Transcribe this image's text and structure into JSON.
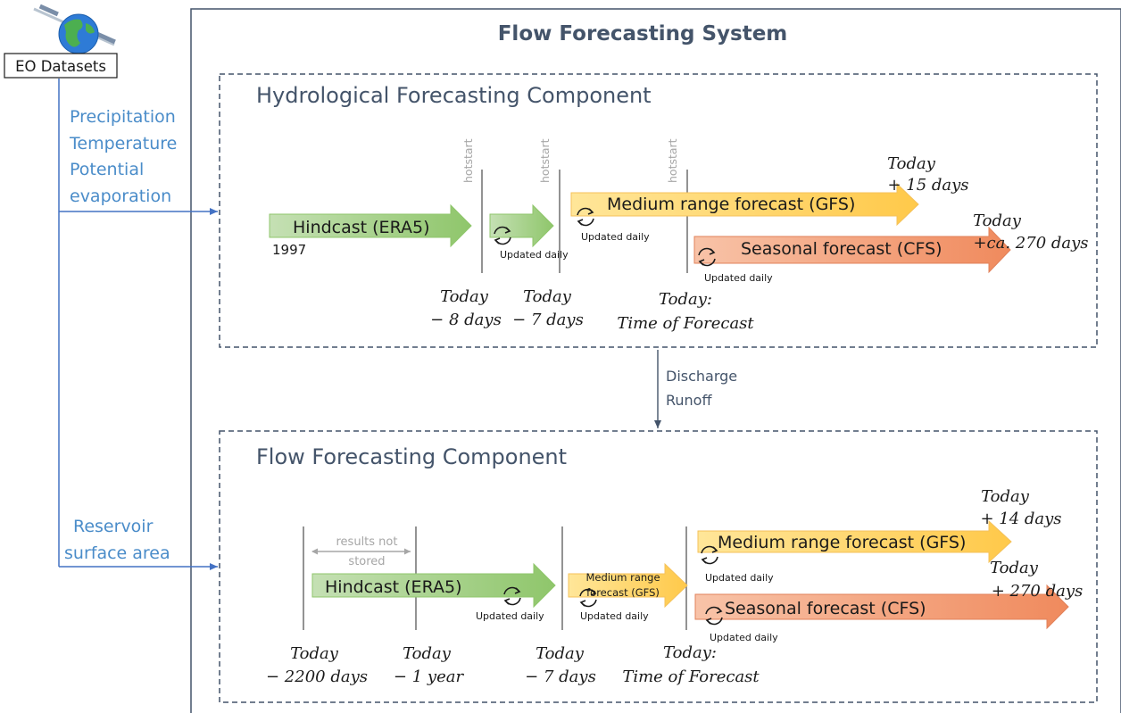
{
  "title": "Flow Forecasting System",
  "eo_datasets": {
    "label": "EO Datasets"
  },
  "inputs": {
    "met": [
      "Precipitation",
      "Temperature",
      "Potential",
      "evaporation"
    ],
    "reservoir": [
      "Reservoir",
      "surface area"
    ]
  },
  "hydro": {
    "title": "Hydrological Forecasting Component",
    "hotstart_label": "hotstart",
    "hindcast": "Hindcast (ERA5)",
    "start_year": "1997",
    "medium": "Medium range forecast (GFS)",
    "seasonal": "Seasonal forecast (CFS)",
    "updated": "Updated daily",
    "times": {
      "t_minus_8": [
        "Today",
        "− 8 days"
      ],
      "t_minus_7": [
        "Today",
        "− 7 days"
      ],
      "t_forecast": [
        "Today:",
        "Time of Forecast"
      ],
      "t_plus_15": [
        "Today",
        "+ 15 days"
      ],
      "t_plus_270": [
        "Today",
        "+ca. 270 days"
      ]
    }
  },
  "link_labels": [
    "Discharge",
    "Runoff"
  ],
  "flow": {
    "title": "Flow Forecasting Component",
    "results_not_stored": [
      "results not",
      "stored"
    ],
    "hindcast": "Hindcast (ERA5)",
    "medium_small": [
      "Medium range",
      "forecast (GFS)"
    ],
    "medium": "Medium range forecast (GFS)",
    "seasonal": "Seasonal forecast (CFS)",
    "updated": "Updated daily",
    "times": {
      "t_minus_2200": [
        "Today",
        "− 2200 days"
      ],
      "t_minus_1y": [
        "Today",
        "− 1 year"
      ],
      "t_minus_7": [
        "Today",
        "− 7 days"
      ],
      "t_forecast": [
        "Today:",
        "Time of Forecast"
      ],
      "t_plus_14": [
        "Today",
        "+ 14 days"
      ],
      "t_plus_270": [
        "Today",
        "+ 270 days"
      ]
    }
  },
  "colors": {
    "frame": "#44546a",
    "title": "#44546a",
    "blue_text": "#4a8cc9",
    "blue_line": "#4472c4",
    "green_fill": "#a9d18e",
    "green_edge": "#7fb35f",
    "yellow_fill": "#ffd966",
    "yellow_edge": "#f4b942",
    "salmon_fill": "#f4a582",
    "salmon_edge": "#e07a50",
    "grey": "#a6a6a6"
  },
  "icons": [
    "globe-satellite-icon",
    "refresh-cycle-icon"
  ]
}
